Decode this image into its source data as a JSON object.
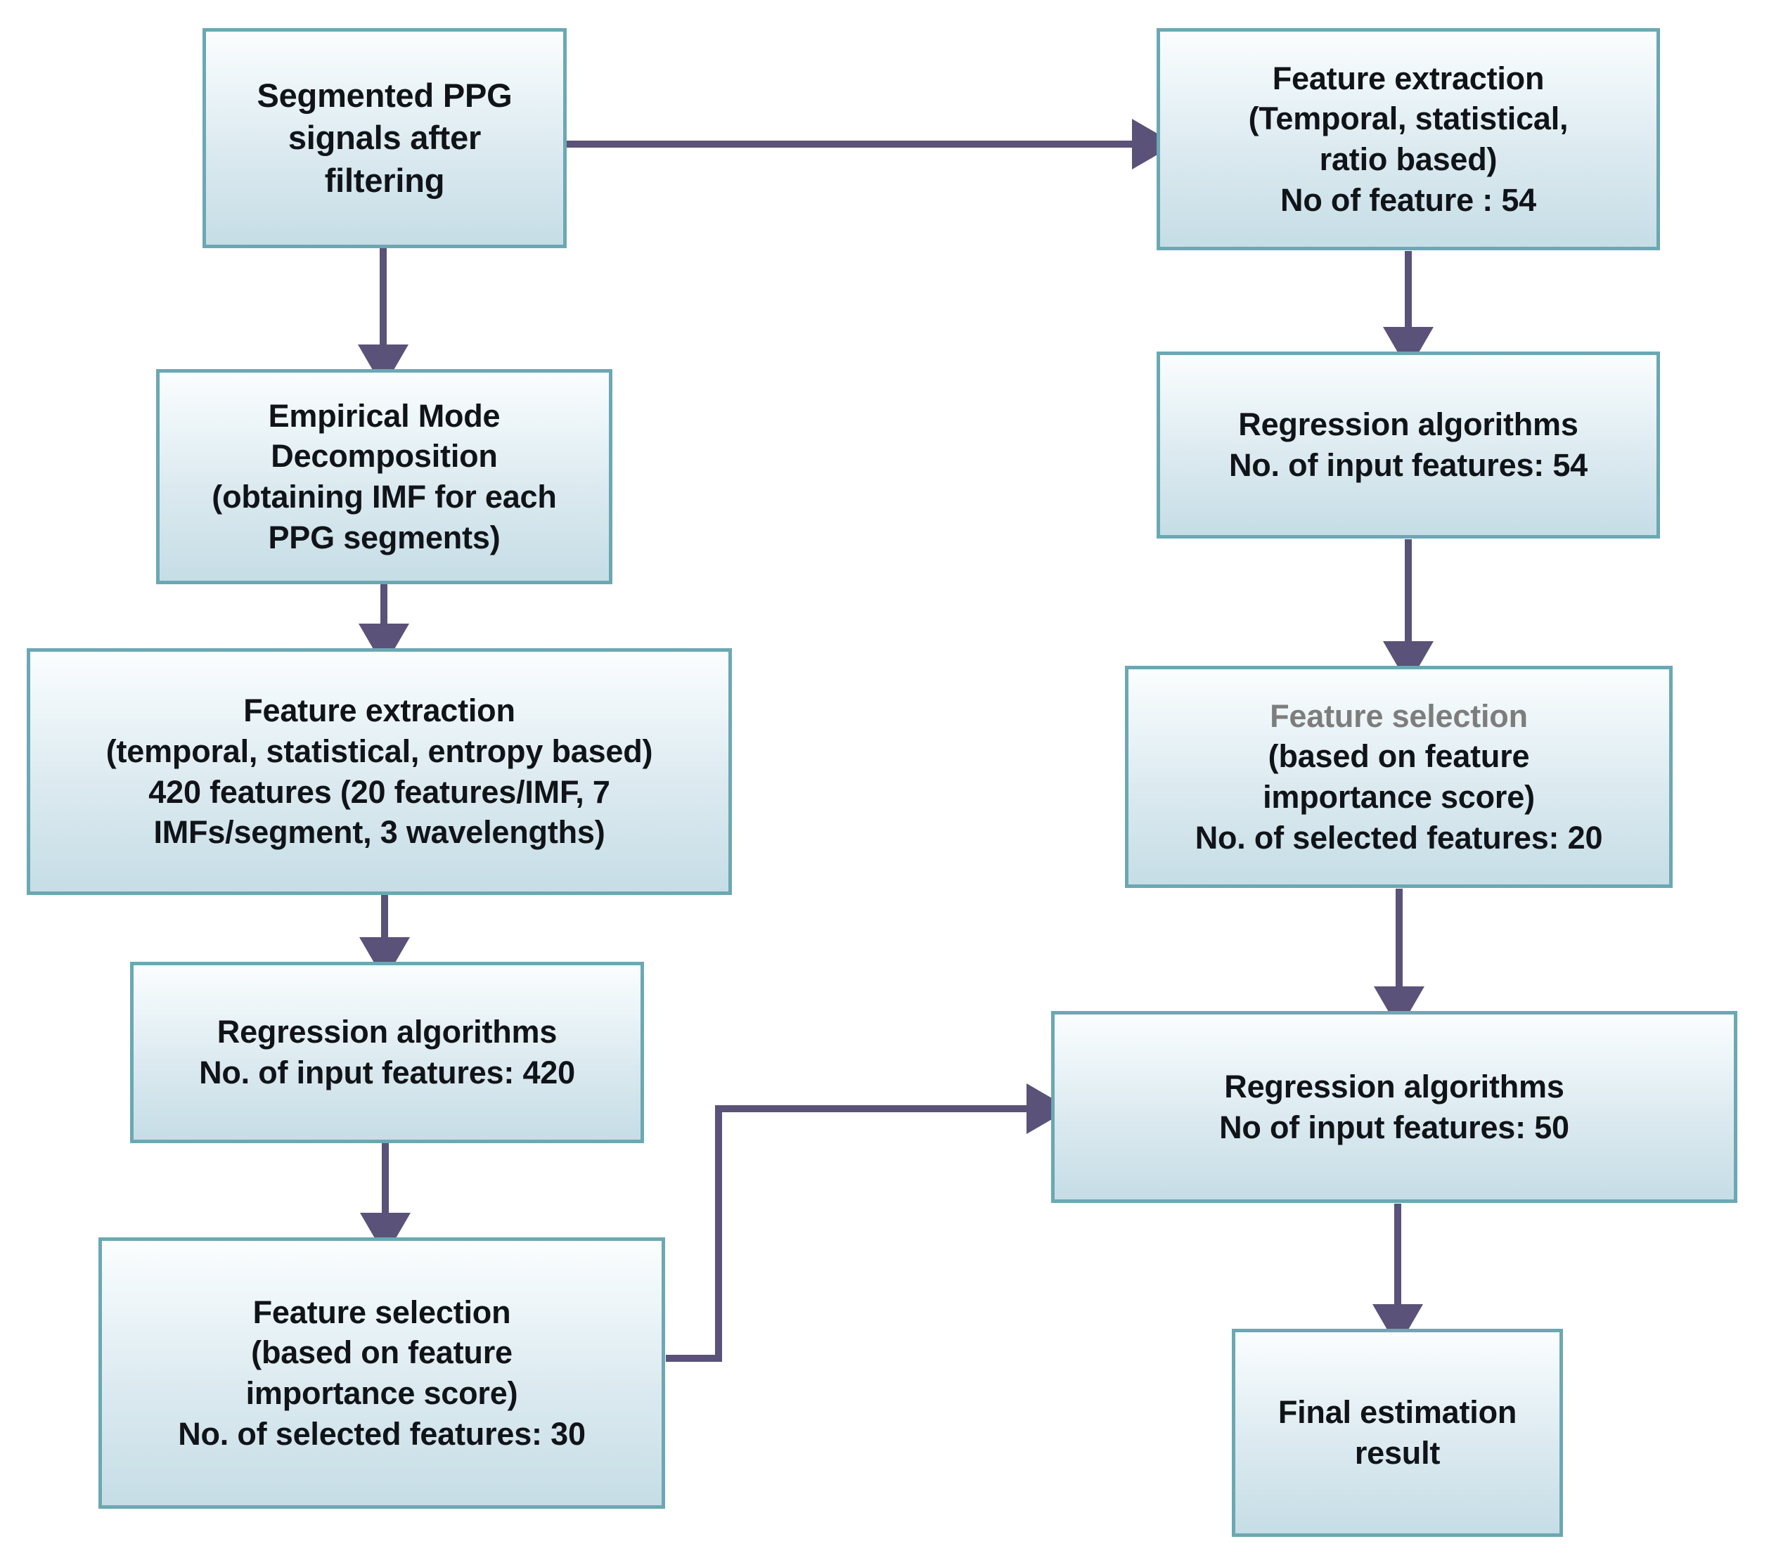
{
  "diagram": {
    "title": "PPG feature extraction and regression pipeline flowchart",
    "colors": {
      "box_border": "#6ba8b3",
      "box_fill_top": "#fbfdfe",
      "box_fill_bottom": "#c6dde6",
      "arrow": "#5a5278",
      "text": "#101418",
      "muted_text": "#7d7d7d",
      "background": "#ffffff"
    },
    "nodes": [
      {
        "id": "segmented-ppg-signals",
        "lines": [
          "Segmented PPG",
          "signals after",
          "filtering"
        ]
      },
      {
        "id": "empirical-mode-decomposition",
        "lines": [
          "Empirical Mode",
          "Decomposition",
          "(obtaining IMF for each",
          "PPG segments)"
        ]
      },
      {
        "id": "feature-extraction-emd",
        "lines": [
          "Feature extraction",
          "(temporal, statistical, entropy based)",
          "420 features (20 features/IMF, 7",
          "IMFs/segment, 3 wavelengths)"
        ]
      },
      {
        "id": "regression-algorithms-420",
        "lines": [
          "Regression algorithms",
          "No. of input features: 420"
        ]
      },
      {
        "id": "feature-selection-30",
        "lines": [
          "Feature selection",
          "(based on feature",
          "importance score)",
          "No. of selected features: 30"
        ]
      },
      {
        "id": "feature-extraction-raw",
        "lines": [
          "Feature extraction",
          "(Temporal, statistical,",
          "ratio based)",
          "No of feature : 54"
        ]
      },
      {
        "id": "regression-algorithms-54",
        "lines": [
          "Regression algorithms",
          "No. of input features: 54"
        ]
      },
      {
        "id": "feature-selection-20",
        "lines": [
          "Feature selection",
          "(based on feature",
          "importance score)",
          "No. of selected features: 20"
        ]
      },
      {
        "id": "regression-algorithms-50",
        "lines": [
          "Regression algorithms",
          "No of input features: 50"
        ]
      },
      {
        "id": "final-estimation-result",
        "lines": [
          "Final estimation",
          "result"
        ]
      }
    ],
    "edges": [
      {
        "id": "edge-seg-to-featext-raw",
        "from": "segmented-ppg-signals",
        "to": "feature-extraction-raw",
        "kind": "horizontal-right"
      },
      {
        "id": "edge-seg-to-emd",
        "from": "segmented-ppg-signals",
        "to": "empirical-mode-decomposition",
        "kind": "vertical-down"
      },
      {
        "id": "edge-emd-to-featext",
        "from": "empirical-mode-decomposition",
        "to": "feature-extraction-emd",
        "kind": "vertical-down"
      },
      {
        "id": "edge-featext-to-reg420",
        "from": "feature-extraction-emd",
        "to": "regression-algorithms-420",
        "kind": "vertical-down"
      },
      {
        "id": "edge-reg420-to-featsel30",
        "from": "regression-algorithms-420",
        "to": "feature-selection-30",
        "kind": "vertical-down"
      },
      {
        "id": "edge-featsel30-to-reg50",
        "from": "feature-selection-30",
        "to": "regression-algorithms-50",
        "kind": "elbow-right-up"
      },
      {
        "id": "edge-featextraw-to-reg54",
        "from": "feature-extraction-raw",
        "to": "regression-algorithms-54",
        "kind": "vertical-down"
      },
      {
        "id": "edge-reg54-to-featsel20",
        "from": "regression-algorithms-54",
        "to": "feature-selection-20",
        "kind": "vertical-down"
      },
      {
        "id": "edge-featsel20-to-reg50",
        "from": "feature-selection-20",
        "to": "regression-algorithms-50",
        "kind": "vertical-down"
      },
      {
        "id": "edge-reg50-to-final",
        "from": "regression-algorithms-50",
        "to": "final-estimation-result",
        "kind": "vertical-down"
      }
    ]
  }
}
